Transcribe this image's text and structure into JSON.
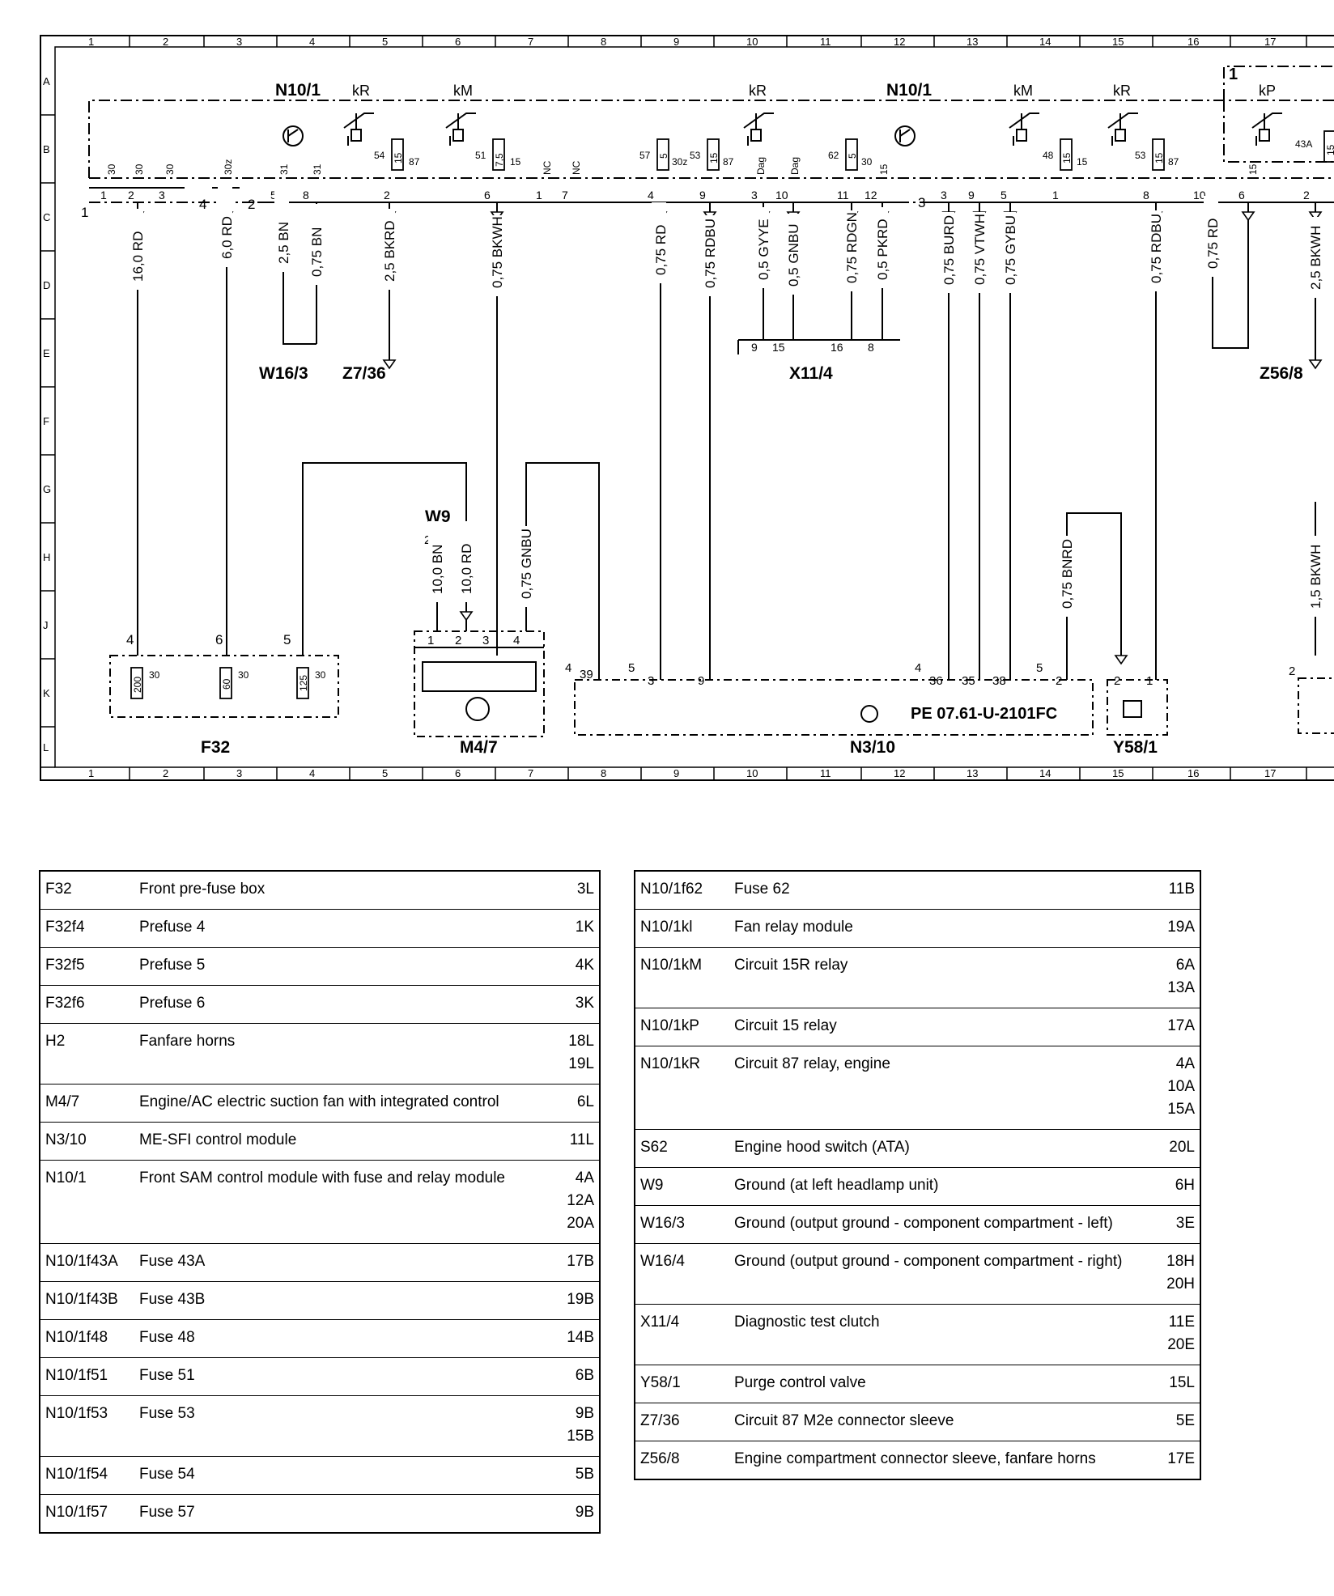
{
  "grid": {
    "columns": [
      "1",
      "2",
      "3",
      "4",
      "5",
      "6",
      "7",
      "8",
      "9",
      "10",
      "11",
      "12",
      "13",
      "14",
      "15",
      "16",
      "17"
    ],
    "rows": [
      "A",
      "B",
      "C",
      "D",
      "E",
      "F",
      "G",
      "H",
      "J",
      "K",
      "L"
    ]
  },
  "components": {
    "n10_left": "N10/1",
    "n10_right": "N10/1",
    "kR_1": "kR",
    "kM_1": "kM",
    "kR_2": "kR",
    "kM_2": "kM",
    "kR_3": "kR",
    "kP": "kP",
    "box1_num": "1",
    "w16_3": "W16/3",
    "z7_36": "Z7/36",
    "x11_4": "X11/4",
    "z56_8": "Z56/8",
    "w9": "W9",
    "f32": "F32",
    "m4_7": "M4/7",
    "n3_10": "N3/10",
    "y58_1": "Y58/1",
    "pe_ref": "PE  07.61-U-2101FC"
  },
  "fuses": {
    "f54": "54",
    "f51": "51",
    "f57": "57",
    "f53a": "53",
    "f62": "62",
    "f48": "48",
    "f53b": "53",
    "f43a": "43A",
    "v15a": "15",
    "v75": "7,5",
    "v5a": "5",
    "v15b": "15",
    "v5b": "5",
    "v15c": "15",
    "v15d": "15",
    "v15e": "15",
    "p87a": "87",
    "p15a": "15",
    "p30z": "30z",
    "p87b": "87",
    "p30a": "30",
    "p15b": "15",
    "p87c": "87",
    "f32_200": "200",
    "f32_60": "60",
    "f32_125": "125"
  },
  "wires": [
    {
      "id": "w1",
      "label": "16,0 RD"
    },
    {
      "id": "w2",
      "label": "6,0 RD"
    },
    {
      "id": "w3",
      "label": "2,5 BN"
    },
    {
      "id": "w4",
      "label": "0,75 BN"
    },
    {
      "id": "w5",
      "label": "2,5 BKRD"
    },
    {
      "id": "w6",
      "label": "0,75 BKWH"
    },
    {
      "id": "w7",
      "label": "0,75 RD"
    },
    {
      "id": "w8",
      "label": "0,75 RDBU"
    },
    {
      "id": "w9",
      "label": "0,5 GYYE"
    },
    {
      "id": "w10",
      "label": "0,5 GNBU"
    },
    {
      "id": "w11",
      "label": "0,75 RDGN"
    },
    {
      "id": "w12",
      "label": "0,5 PKRD"
    },
    {
      "id": "w13",
      "label": "0,75 BURD"
    },
    {
      "id": "w14",
      "label": "0,75 VTWH"
    },
    {
      "id": "w15",
      "label": "0,75 GYBU"
    },
    {
      "id": "w16",
      "label": "0,75 RDBU"
    },
    {
      "id": "w17",
      "label": "0,75 RD"
    },
    {
      "id": "w18",
      "label": "2,5 BKWH"
    },
    {
      "id": "w19",
      "label": "10,0 BN"
    },
    {
      "id": "w20",
      "label": "10,0 RD"
    },
    {
      "id": "w21",
      "label": "0,75 GNBU"
    },
    {
      "id": "w22",
      "label": "0,75 BNRD"
    },
    {
      "id": "w23",
      "label": "1,5 BKWH"
    }
  ],
  "pins": {
    "nc1": "NC",
    "nc2": "NC",
    "dag1": "Dag",
    "dag2": "Dag",
    "p30": "30",
    "p30z": "30z",
    "p31": "31",
    "p15": "15",
    "c1": "1",
    "c2": "2",
    "c3": "3",
    "c4": "4",
    "c5": "5",
    "c6": "6",
    "c7": "7",
    "c8": "8",
    "c9": "9",
    "c10": "10",
    "c11": "11",
    "c12": "12",
    "c15": "15",
    "c16": "16",
    "c35": "35",
    "c36": "36",
    "c38": "38",
    "c39": "39"
  },
  "legend_left": [
    {
      "code": "F32",
      "desc": "Front pre-fuse box",
      "loc": [
        "3L"
      ]
    },
    {
      "code": "F32f4",
      "desc": "Prefuse 4",
      "loc": [
        "1K"
      ]
    },
    {
      "code": "F32f5",
      "desc": "Prefuse 5",
      "loc": [
        "4K"
      ]
    },
    {
      "code": "F32f6",
      "desc": "Prefuse 6",
      "loc": [
        "3K"
      ]
    },
    {
      "code": "H2",
      "desc": "Fanfare horns",
      "loc": [
        "18L",
        "19L"
      ]
    },
    {
      "code": "M4/7",
      "desc": "Engine/AC electric suction fan with integrated control",
      "loc": [
        "6L"
      ]
    },
    {
      "code": "N3/10",
      "desc": "ME-SFI control module",
      "loc": [
        "11L"
      ]
    },
    {
      "code": "N10/1",
      "desc": "Front SAM control module with fuse and relay module",
      "loc": [
        "4A",
        "12A",
        "20A"
      ]
    },
    {
      "code": "N10/1f43A",
      "desc": "Fuse 43A",
      "loc": [
        "17B"
      ]
    },
    {
      "code": "N10/1f43B",
      "desc": "Fuse 43B",
      "loc": [
        "19B"
      ]
    },
    {
      "code": "N10/1f48",
      "desc": "Fuse 48",
      "loc": [
        "14B"
      ]
    },
    {
      "code": "N10/1f51",
      "desc": "Fuse 51",
      "loc": [
        "6B"
      ]
    },
    {
      "code": "N10/1f53",
      "desc": "Fuse 53",
      "loc": [
        "9B",
        "15B"
      ]
    },
    {
      "code": "N10/1f54",
      "desc": "Fuse 54",
      "loc": [
        "5B"
      ]
    },
    {
      "code": "N10/1f57",
      "desc": "Fuse 57",
      "loc": [
        "9B"
      ]
    }
  ],
  "legend_right": [
    {
      "code": "N10/1f62",
      "desc": "Fuse 62",
      "loc": [
        "11B"
      ]
    },
    {
      "code": "N10/1kl",
      "desc": "Fan relay module",
      "loc": [
        "19A"
      ]
    },
    {
      "code": "N10/1kM",
      "desc": "Circuit 15R relay",
      "loc": [
        "6A",
        "13A"
      ]
    },
    {
      "code": "N10/1kP",
      "desc": "Circuit 15 relay",
      "loc": [
        "17A"
      ]
    },
    {
      "code": "N10/1kR",
      "desc": "Circuit 87 relay, engine",
      "loc": [
        "4A",
        "10A",
        "15A"
      ]
    },
    {
      "code": "S62",
      "desc": "Engine hood switch (ATA)",
      "loc": [
        "20L"
      ]
    },
    {
      "code": "W9",
      "desc": "Ground (at left headlamp unit)",
      "loc": [
        "6H"
      ]
    },
    {
      "code": "W16/3",
      "desc": "Ground (output ground - component compartment - left)",
      "loc": [
        "3E"
      ]
    },
    {
      "code": "W16/4",
      "desc": "Ground (output ground - component compartment - right)",
      "loc": [
        "18H",
        "20H"
      ]
    },
    {
      "code": "X11/4",
      "desc": "Diagnostic test clutch",
      "loc": [
        "11E",
        "20E"
      ]
    },
    {
      "code": "Y58/1",
      "desc": "Purge control valve",
      "loc": [
        "15L"
      ]
    },
    {
      "code": "Z7/36",
      "desc": "Circuit 87 M2e connector sleeve",
      "loc": [
        "5E"
      ]
    },
    {
      "code": "Z56/8",
      "desc": "Engine compartment connector sleeve, fanfare horns",
      "loc": [
        "17E"
      ]
    }
  ]
}
